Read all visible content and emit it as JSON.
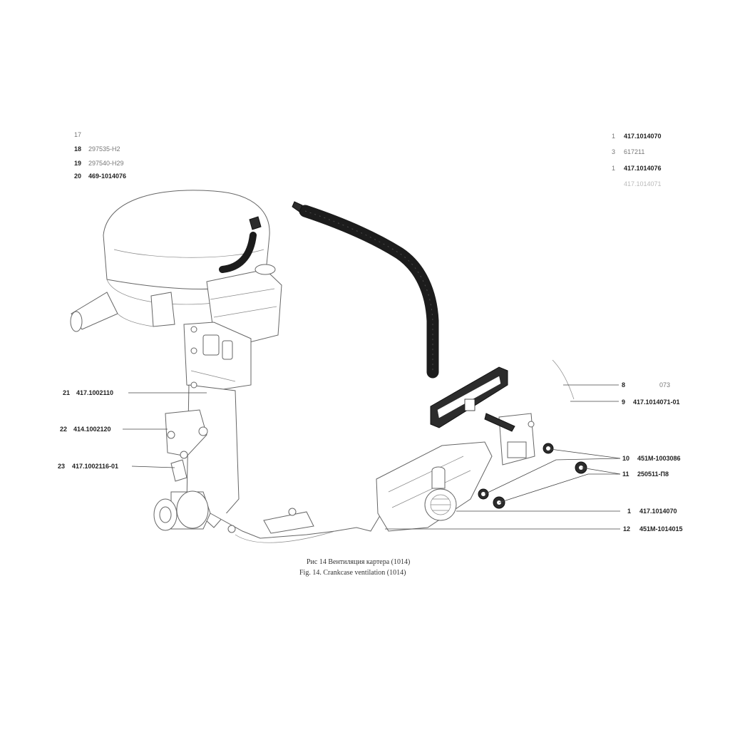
{
  "caption": {
    "ru": "Рис 14  Вентиляция картера (1014)",
    "en": "Fig. 14. Crankcase ventilation (1014)"
  },
  "callouts_left_top": [
    {
      "num": "17",
      "code": ""
    },
    {
      "num": "18",
      "code": "297535-Н2"
    },
    {
      "num": "19",
      "code": "297540-Н29"
    },
    {
      "num": "20",
      "code": "469-1014076"
    }
  ],
  "callouts_right_top": [
    {
      "num": "1",
      "code": "417.1014070"
    },
    {
      "num": "3",
      "code": "617211"
    },
    {
      "num": "1",
      "code": "417.1014076"
    },
    {
      "num": "",
      "code": "417.1014071"
    }
  ],
  "callouts_left": [
    {
      "num": "21",
      "code": "417.1002110"
    },
    {
      "num": "22",
      "code": "414.1002120"
    },
    {
      "num": "23",
      "code": "417.1002116-01"
    }
  ],
  "callouts_right": [
    {
      "num": "8",
      "code": "073"
    },
    {
      "num": "9",
      "code": "417.1014071-01"
    },
    {
      "num": "10",
      "code": "451M-1003086"
    },
    {
      "num": "11",
      "code": "250511-П8"
    },
    {
      "num": "1",
      "code": "417.1014070"
    },
    {
      "num": "12",
      "code": "451M-1014015"
    }
  ]
}
